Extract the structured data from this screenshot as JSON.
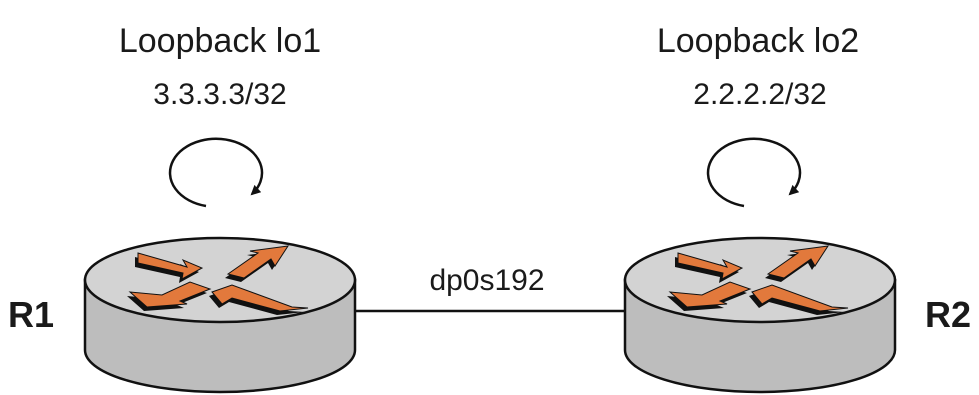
{
  "colors": {
    "router_top": "#d3d3d3",
    "router_side": "#bdbdbd",
    "router_stroke": "#111111",
    "arrow_fill": "#e2793c",
    "arrow_shadow": "#111111",
    "link": "#111111",
    "background": "#ffffff"
  },
  "routers": [
    {
      "name": "R1",
      "loopback": {
        "title": "Loopback lo1",
        "address": "3.3.3.3/32",
        "icon": "loopback-arrow-icon"
      },
      "icon": "router-icon"
    },
    {
      "name": "R2",
      "loopback": {
        "title": "Loopback lo2",
        "address": "2.2.2.2/32",
        "icon": "loopback-arrow-icon"
      },
      "icon": "router-icon"
    }
  ],
  "link": {
    "label": "dp0s192"
  }
}
